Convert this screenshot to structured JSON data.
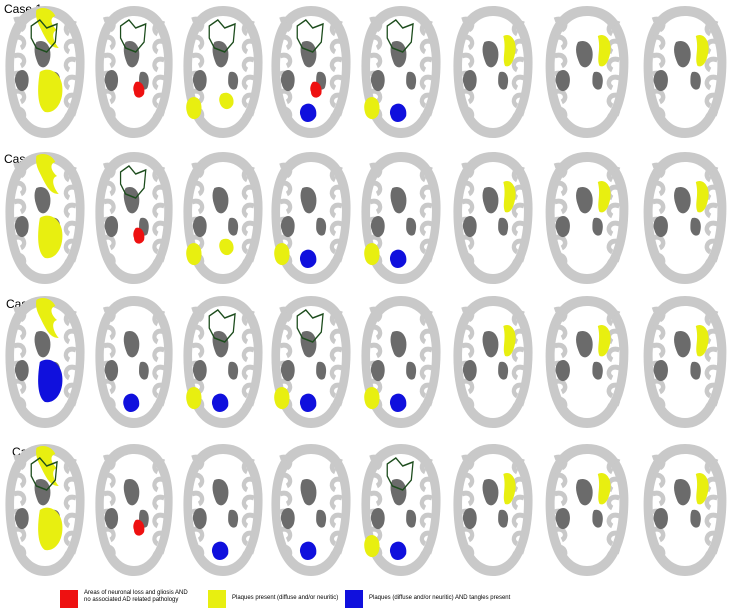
{
  "cases": [
    {
      "label": "Case 1",
      "slices": [
        {
          "regions": [
            "plaques",
            "plaques",
            "outline"
          ]
        },
        {
          "regions": [
            "neuronal_loss",
            "outline"
          ]
        },
        {
          "regions": [
            "plaques",
            "plaques",
            "outline"
          ]
        },
        {
          "regions": [
            "neuronal_loss",
            "tangles",
            "outline"
          ]
        },
        {
          "regions": [
            "plaques",
            "tangles",
            "outline"
          ]
        },
        {
          "regions": [
            "plaques"
          ]
        },
        {
          "regions": [
            "plaques"
          ]
        },
        {
          "regions": [
            "plaques"
          ]
        }
      ]
    },
    {
      "label": "Case 2",
      "slices": [
        {
          "regions": [
            "plaques",
            "plaques"
          ]
        },
        {
          "regions": [
            "neuronal_loss",
            "outline"
          ]
        },
        {
          "regions": [
            "plaques",
            "plaques"
          ]
        },
        {
          "regions": [
            "plaques",
            "tangles"
          ]
        },
        {
          "regions": [
            "plaques",
            "tangles"
          ]
        },
        {
          "regions": [
            "plaques"
          ]
        },
        {
          "regions": [
            "plaques"
          ]
        },
        {
          "regions": [
            "plaques"
          ]
        }
      ]
    },
    {
      "label": "Case 3",
      "slices": [
        {
          "regions": [
            "plaques",
            "tangles"
          ]
        },
        {
          "regions": [
            "tangles"
          ]
        },
        {
          "regions": [
            "plaques",
            "tangles",
            "outline"
          ]
        },
        {
          "regions": [
            "plaques",
            "tangles",
            "outline"
          ]
        },
        {
          "regions": [
            "plaques",
            "tangles"
          ]
        },
        {
          "regions": [
            "plaques"
          ]
        },
        {
          "regions": [
            "plaques"
          ]
        },
        {
          "regions": [
            "plaques"
          ]
        }
      ]
    },
    {
      "label": "Case 4",
      "slices": [
        {
          "regions": [
            "plaques",
            "plaques",
            "outline"
          ]
        },
        {
          "regions": [
            "neuronal_loss"
          ]
        },
        {
          "regions": [
            "tangles"
          ]
        },
        {
          "regions": [
            "tangles"
          ]
        },
        {
          "regions": [
            "plaques",
            "tangles",
            "outline"
          ]
        },
        {
          "regions": [
            "plaques"
          ]
        },
        {
          "regions": [
            "plaques"
          ]
        },
        {
          "regions": [
            "plaques"
          ]
        }
      ]
    }
  ],
  "legend": [
    {
      "key": "neuronal_loss",
      "color": "#ee1111",
      "line1": "Areas of neuronal loss and gliosis AND",
      "line2": "no associated AD related pathology"
    },
    {
      "key": "plaques",
      "color": "#e8ef10",
      "line1": "Plaques present (diffuse and/or neuritic)",
      "line2": ""
    },
    {
      "key": "tangles",
      "color": "#1010dd",
      "line1": "Plaques (diffuse and/or neuritic) AND tangles present",
      "line2": ""
    }
  ],
  "colors": {
    "cortex_light": "#c9c9c9",
    "white_matter": "#ffffff",
    "deep_gray": "#6b6b6b",
    "outline": "#1d4d1d"
  }
}
